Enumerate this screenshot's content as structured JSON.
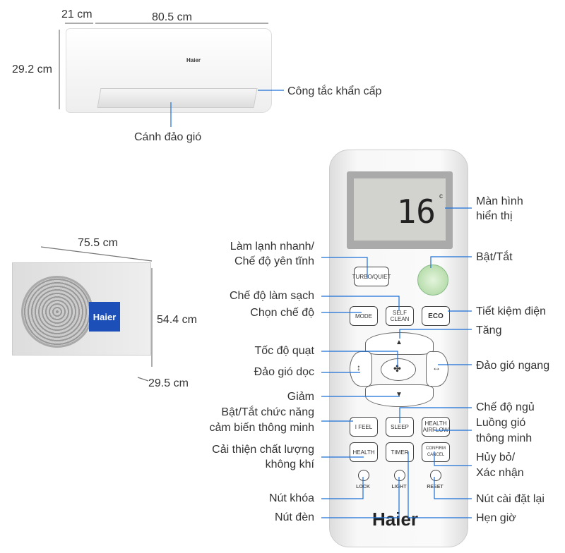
{
  "indoor_unit": {
    "logo": "Haier",
    "width": "80.5 cm",
    "depth": "21 cm",
    "height": "29.2 cm",
    "emergency_switch": "Công tắc khẩn cấp",
    "louver": "Cánh đảo gió"
  },
  "outdoor_unit": {
    "logo": "Haier",
    "width": "75.5 cm",
    "height": "54.4 cm",
    "depth": "29.5 cm"
  },
  "remote": {
    "display_temp": "16",
    "display_unit": "c",
    "brand": "Haier",
    "buttons": {
      "turbo": "TURBO/QUIET",
      "mode": "MODE",
      "self_clean": "SELF CLEAN",
      "eco": "ECO",
      "ifeel": "I FEEL",
      "sleep": "SLEEP",
      "health_airflow": "HEALTH AIRFLOW",
      "health": "HEALTH",
      "timer": "TIMER",
      "confirm": "CONFIRM CANCEL",
      "lock": "LOCK",
      "light": "LIGHT",
      "reset": "RESET"
    },
    "labels_left": {
      "turbo1": "Làm lạnh nhanh/",
      "turbo2": "Chế độ yên tĩnh",
      "clean": "Chế độ làm sạch",
      "mode": "Chọn chế độ",
      "fan": "Tốc độ quạt",
      "vswing": "Đảo gió dọc",
      "down": "Giảm",
      "ifeel1": "Bật/Tắt chức năng",
      "ifeel2": "cảm biến thông minh",
      "health1": "Cải thiện chất lượng",
      "health2": "không khí",
      "lock": "Nút khóa",
      "light": "Nút đèn"
    },
    "labels_right": {
      "display1": "Màn hình",
      "display2": "hiển thị",
      "power": "Bật/Tắt",
      "eco": "Tiết kiệm điện",
      "up": "Tăng",
      "hswing": "Đảo gió ngang",
      "sleep": "Chế độ ngủ",
      "airflow1": "Luồng gió",
      "airflow2": "thông minh",
      "confirm1": "Hủy bỏ/",
      "confirm2": "Xác nhận",
      "reset": "Nút cài đặt lại",
      "timer": "Hẹn giờ"
    }
  },
  "colors": {
    "leader_line": "#1a6fd8"
  }
}
